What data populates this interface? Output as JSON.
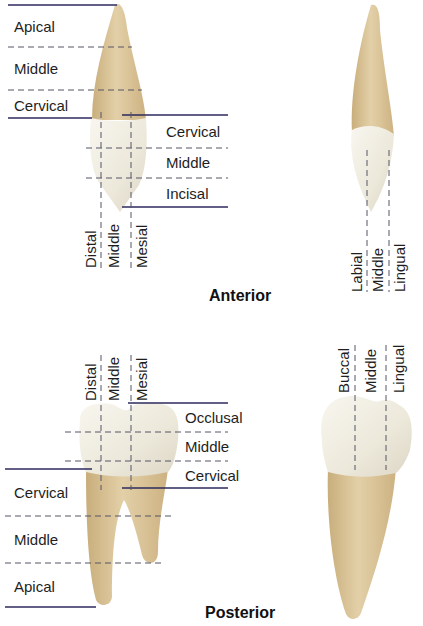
{
  "diagram": {
    "labels": [
      "Apical",
      "Middle",
      "Cervical",
      "Cervical",
      "Middle",
      "Incisal",
      "Distal",
      "Middle",
      "Mesial",
      "Labial",
      "Middle",
      "Lingual",
      "Anterior",
      "Distal",
      "Middle",
      "Mesial",
      "Occlusal",
      "Middle",
      "Cervical",
      "Cervical",
      "Middle",
      "Apical",
      "Buccal",
      "Middle",
      "Lingual",
      "Posterior"
    ]
  }
}
